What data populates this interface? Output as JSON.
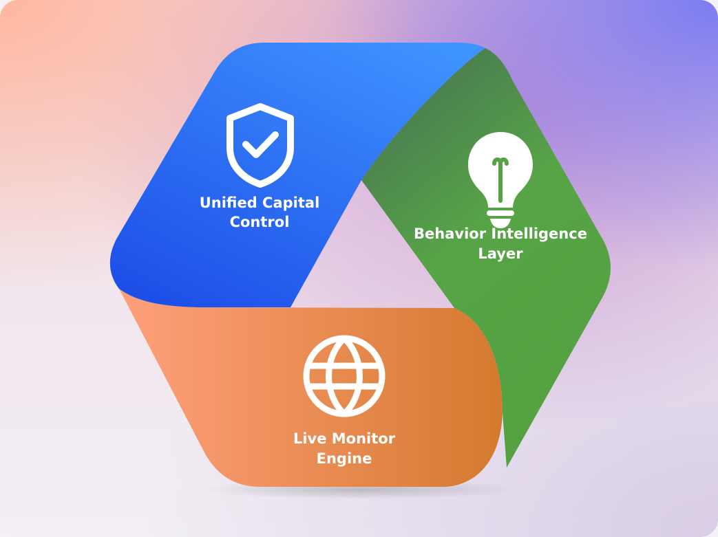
{
  "segments": [
    {
      "id": "blue",
      "label_line1": "Unified Capital",
      "label_line2": "Control",
      "icon": "shield-check-icon",
      "color_start": "#1d4fe8",
      "color_end": "#3f93ff"
    },
    {
      "id": "green",
      "label_line1": "Behavior Intelligence",
      "label_line2": "Layer",
      "icon": "lightbulb-icon",
      "color_start": "#477552",
      "color_end": "#57a447"
    },
    {
      "id": "orange",
      "label_line1": "Live Monitor",
      "label_line2": "Engine",
      "icon": "globe-icon",
      "color_start": "#ffa07c",
      "color_end": "#d47a2e"
    }
  ]
}
